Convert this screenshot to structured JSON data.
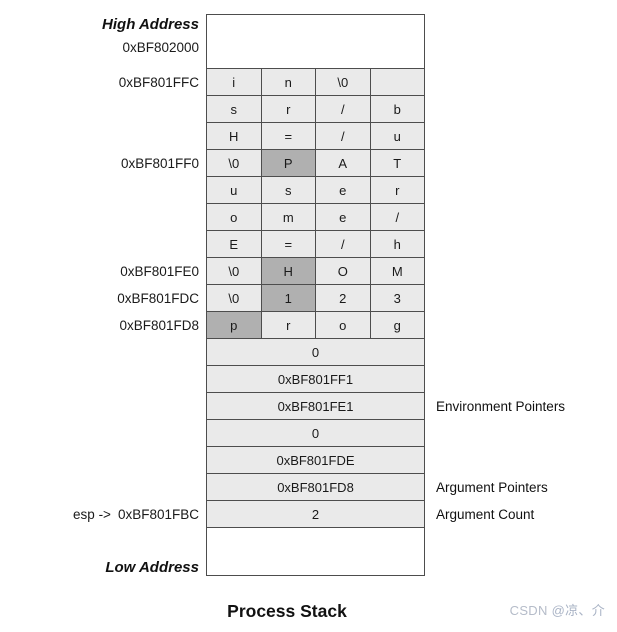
{
  "title": "Process Stack",
  "top": {
    "heading": "High Address",
    "address": "0xBF802000"
  },
  "bottom": {
    "heading": "Low Address"
  },
  "esp": {
    "prefix": "esp ->",
    "address": "0xBF801FBC"
  },
  "char_rows": [
    {
      "address": "0xBF801FFC",
      "cells": [
        "i",
        "n",
        "\\0",
        ""
      ]
    },
    {
      "address": "",
      "cells": [
        "s",
        "r",
        "/",
        "b"
      ]
    },
    {
      "address": "",
      "cells": [
        "H",
        "=",
        "/",
        "u"
      ]
    },
    {
      "address": "0xBF801FF0",
      "cells": [
        "\\0",
        "P",
        "A",
        "T"
      ],
      "highlighted_cell": 1
    },
    {
      "address": "",
      "cells": [
        "u",
        "s",
        "e",
        "r"
      ]
    },
    {
      "address": "",
      "cells": [
        "o",
        "m",
        "e",
        "/"
      ]
    },
    {
      "address": "",
      "cells": [
        "E",
        "=",
        "/",
        "h"
      ]
    },
    {
      "address": "0xBF801FE0",
      "cells": [
        "\\0",
        "H",
        "O",
        "M"
      ],
      "highlighted_cell": 1
    },
    {
      "address": "0xBF801FDC",
      "cells": [
        "\\0",
        "1",
        "2",
        "3"
      ],
      "highlighted_cell": 1
    },
    {
      "address": "0xBF801FD8",
      "cells": [
        "p",
        "r",
        "o",
        "g"
      ],
      "highlighted_cell": 0
    }
  ],
  "value_rows": [
    {
      "value": "0",
      "right_label": ""
    },
    {
      "value": "0xBF801FF1",
      "right_label": ""
    },
    {
      "value": "0xBF801FE1",
      "right_label": "Environment Pointers"
    },
    {
      "value": "0",
      "right_label": ""
    },
    {
      "value": "0xBF801FDE",
      "right_label": ""
    },
    {
      "value": "0xBF801FD8",
      "right_label": "Argument Pointers"
    },
    {
      "value": "2",
      "right_label": "Argument Count"
    }
  ],
  "watermark": {
    "brand": "CSDN",
    "user": "@凉、介"
  },
  "colors": {
    "cell_bg": "#eaeaea",
    "highlight_bg": "#b0b0b0",
    "border": "#4d4d4d",
    "watermark": "#b5bcc9"
  }
}
